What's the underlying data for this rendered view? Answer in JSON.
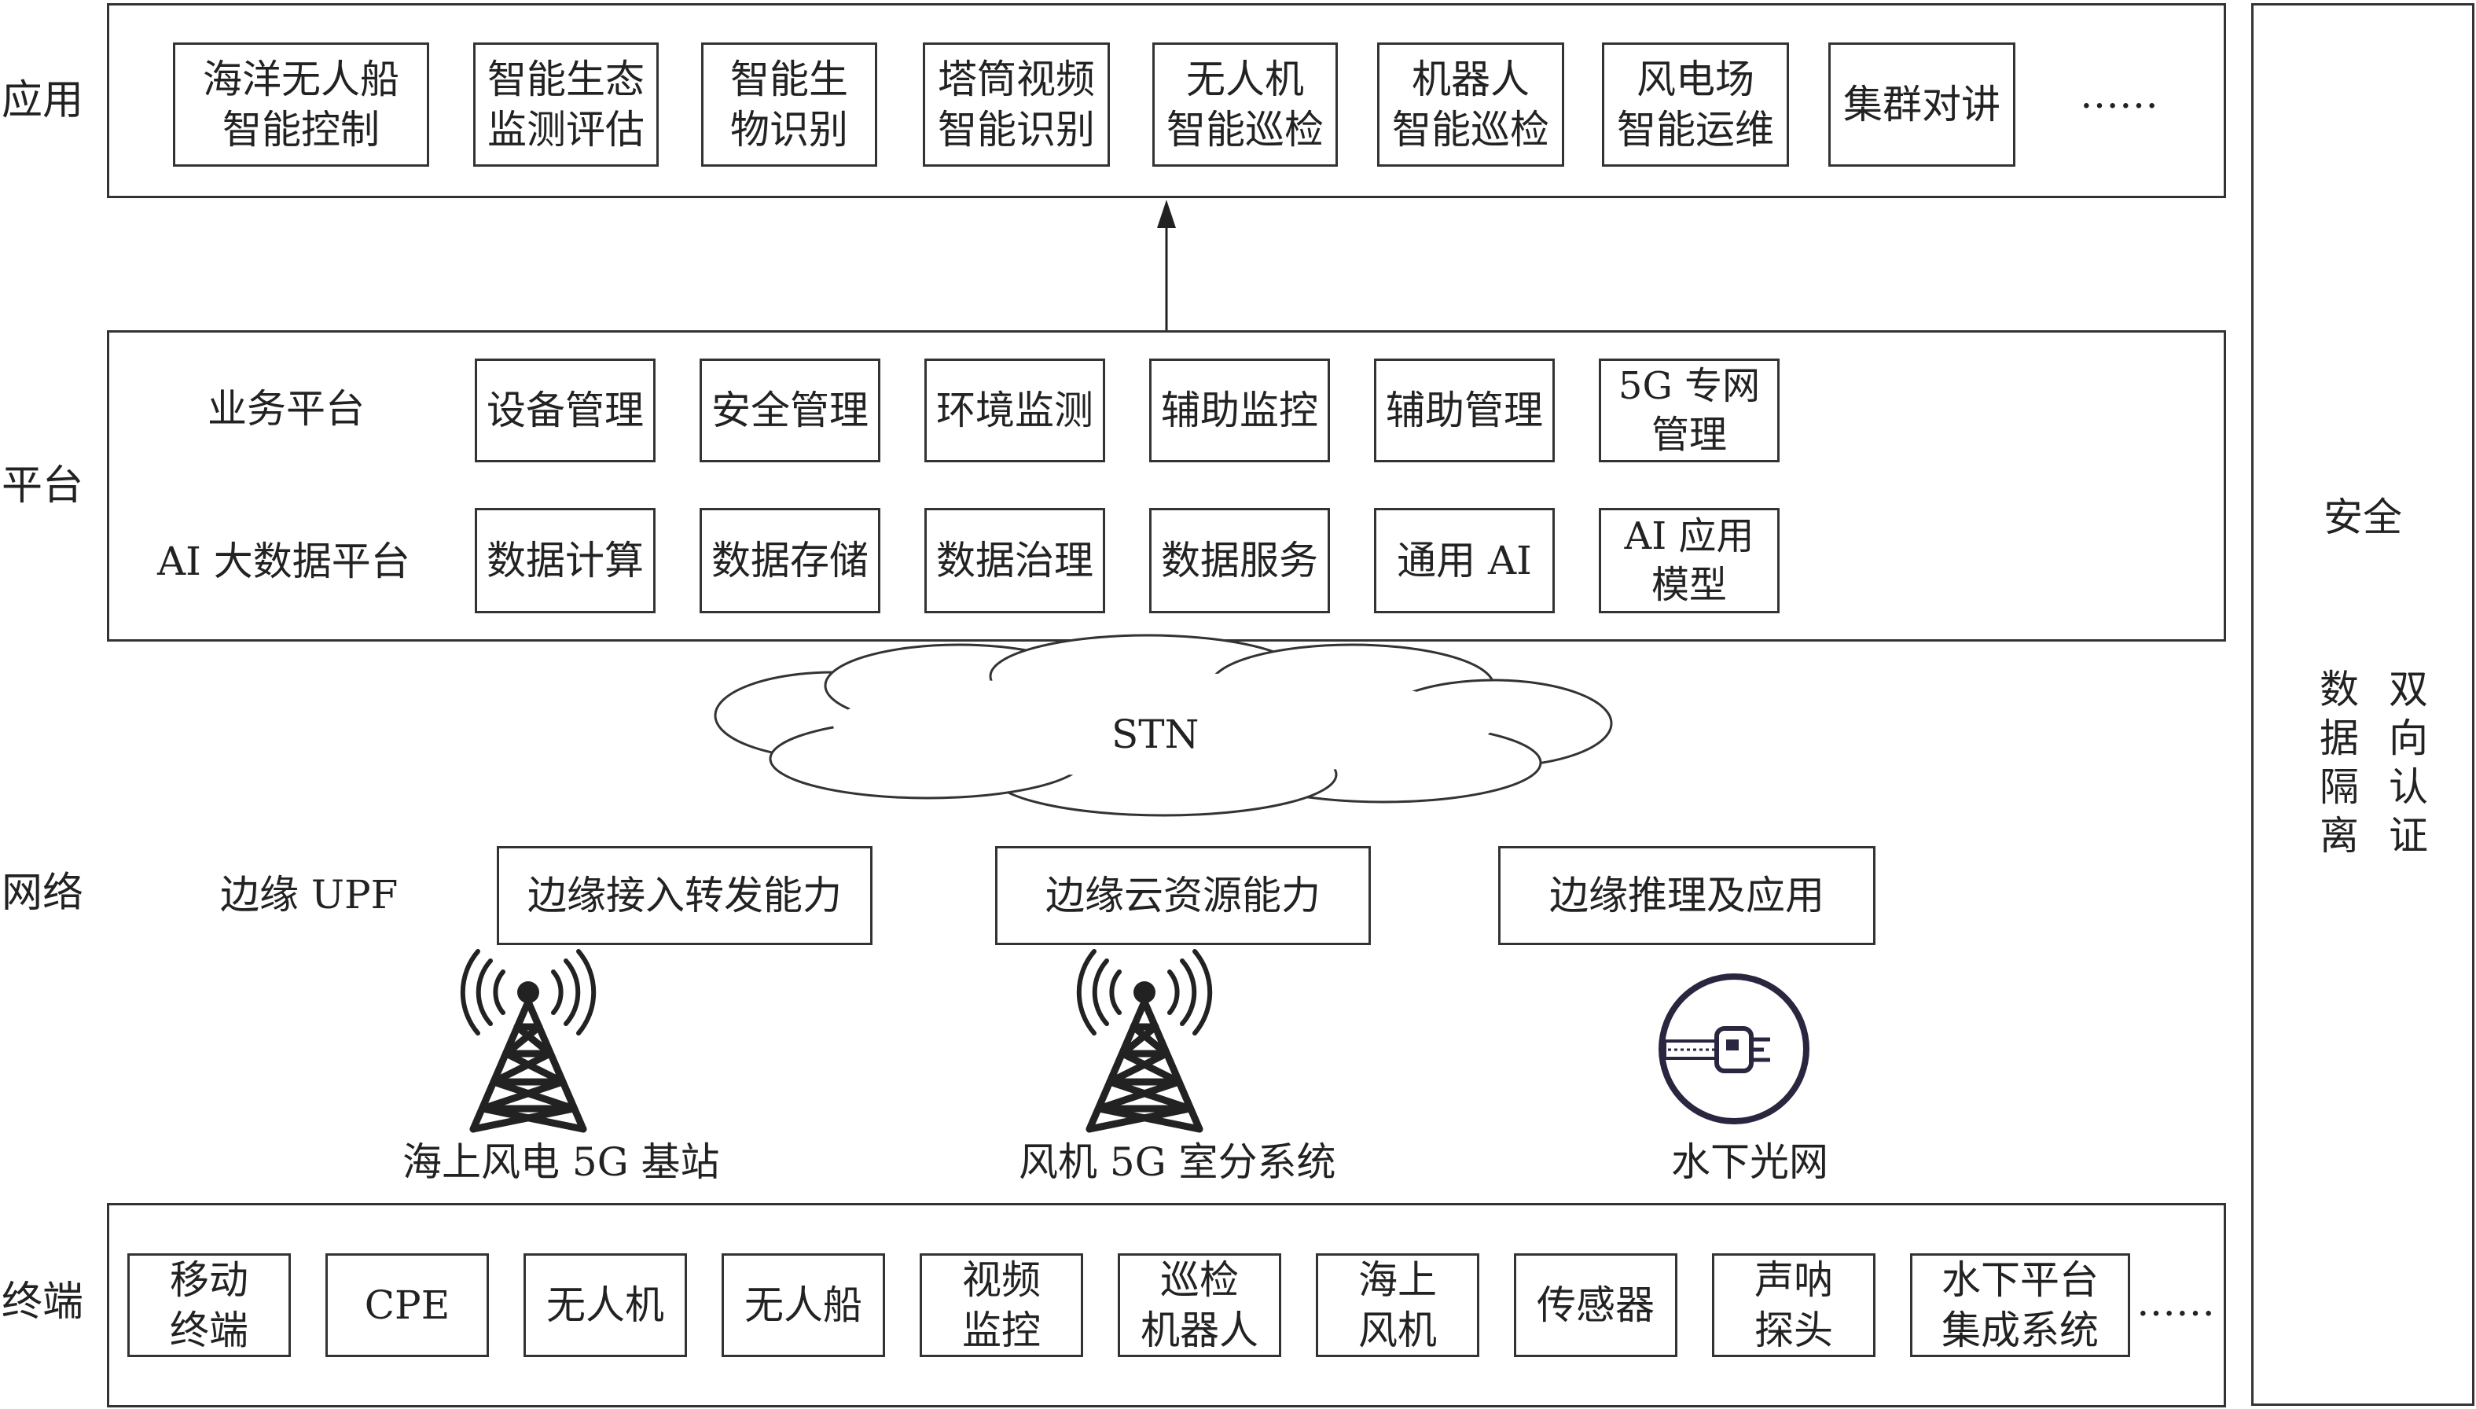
{
  "layers": {
    "application": "应用",
    "platform": "平台",
    "network": "网络",
    "terminal": "终端"
  },
  "application": {
    "items": [
      "海洋无人船\n智能控制",
      "智能生态\n监测评估",
      "智能生\n物识别",
      "塔筒视频\n智能识别",
      "无人机\n智能巡检",
      "机器人\n智能巡检",
      "风电场\n智能运维",
      "集群对讲"
    ],
    "ellipsis": "……"
  },
  "platform": {
    "business_label": "业务平台",
    "business_items": [
      "设备管理",
      "安全管理",
      "环境监测",
      "辅助监控",
      "辅助管理",
      "5G 专网\n管理"
    ],
    "ai_label": "AI 大数据平台",
    "ai_items": [
      "数据计算",
      "数据存储",
      "数据治理",
      "数据服务",
      "通用 AI",
      "AI 应用\n模型"
    ]
  },
  "network": {
    "cloud_label": "STN",
    "upf_label": "边缘 UPF",
    "capabilities": [
      "边缘接入转发能力",
      "边缘云资源能力",
      "边缘推理及应用"
    ],
    "base_station": "海上风电 5G 基站",
    "indoor_system": "风机 5G 室分系统",
    "underwater_network": "水下光网"
  },
  "terminal": {
    "items": [
      "移动\n终端",
      "CPE",
      "无人机",
      "无人船",
      "视频\n监控",
      "巡检\n机器人",
      "海上\n风机",
      "传感器",
      "声呐\n探头",
      "水下平台\n集成系统"
    ],
    "ellipsis": "……"
  },
  "security": {
    "title": "安全",
    "column1": "数据隔离",
    "column2": "双向认证"
  }
}
